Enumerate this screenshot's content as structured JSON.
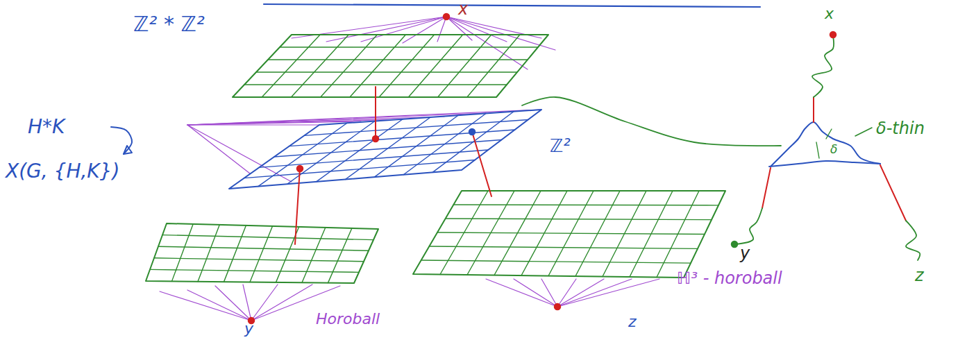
{
  "diagram": {
    "labels": [
      "ℤ² * ℤ²",
      "x",
      "H*K",
      "X(G, {H,K})",
      "ℤ²",
      "y",
      "Horoball",
      "z",
      "ℍ³ - horoball",
      "x",
      "δ-thin",
      "δ",
      "y",
      "z"
    ]
  }
}
